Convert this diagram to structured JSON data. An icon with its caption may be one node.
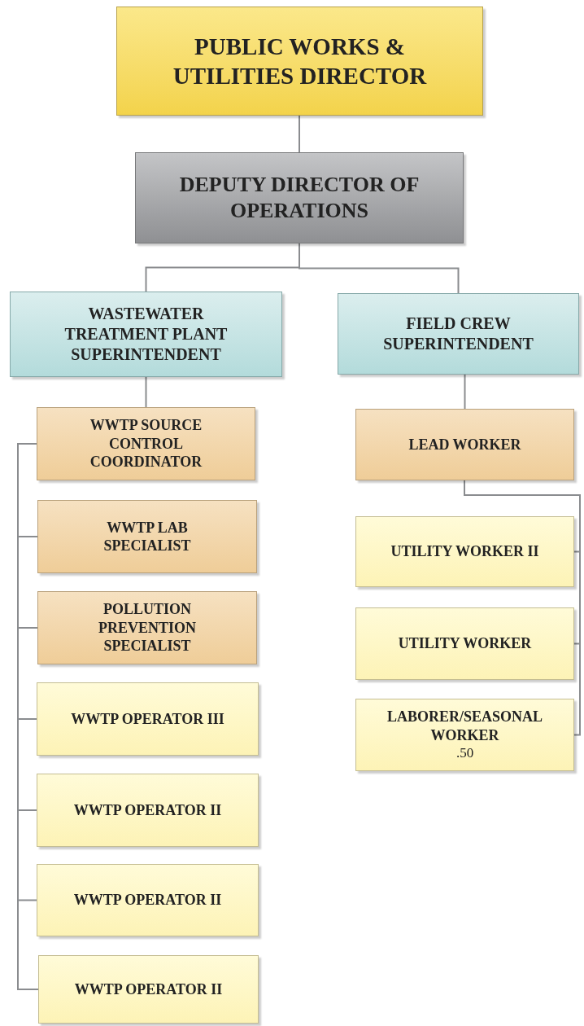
{
  "diagram": {
    "nodes": [
      {
        "text": [
          "PUBLIC WORKS & UTILITIES DIRECTOR"
        ]
      },
      {
        "text": [
          "DEPUTY DIRECTOR OF OPERATIONS"
        ]
      },
      {
        "text": [
          "WASTEWATER TREATMENT PLANT SUPERINTENDENT"
        ]
      },
      {
        "text": [
          "FIELD CREW SUPERINTENDENT"
        ]
      },
      {
        "text": [
          "WWTP SOURCE CONTROL COORDINATOR"
        ]
      },
      {
        "text": [
          "WWTP LAB SPECIALIST"
        ]
      },
      {
        "text": [
          "POLLUTION PREVENTION SPECIALIST"
        ]
      },
      {
        "text": [
          "WWTP OPERATOR III"
        ]
      },
      {
        "text": [
          "WWTP OPERATOR II"
        ]
      },
      {
        "text": [
          "WWTP OPERATOR II"
        ]
      },
      {
        "text": [
          "WWTP OPERATOR II"
        ]
      },
      {
        "text": [
          "LEAD WORKER"
        ]
      },
      {
        "text": [
          "UTILITY WORKER II"
        ]
      },
      {
        "text": [
          "UTILITY WORKER"
        ]
      },
      {
        "text": [
          "LABORER/SEASONAL WORKER",
          ".50"
        ]
      }
    ],
    "edges": [
      {
        "from": 0,
        "to": 1,
        "arrow": "none"
      },
      {
        "from": 1,
        "to": 2,
        "arrow": "none"
      },
      {
        "from": 1,
        "to": 3,
        "arrow": "none"
      },
      {
        "from": 2,
        "to": 4,
        "arrow": "none"
      },
      {
        "from": 3,
        "to": 11,
        "arrow": "none"
      },
      {
        "from": 4,
        "to": 5,
        "arrow": "none"
      },
      {
        "from": 4,
        "to": 6,
        "arrow": "none"
      },
      {
        "from": 4,
        "to": 7,
        "arrow": "none"
      },
      {
        "from": 4,
        "to": 8,
        "arrow": "none"
      },
      {
        "from": 4,
        "to": 9,
        "arrow": "none"
      },
      {
        "from": 4,
        "to": 10,
        "arrow": "none"
      },
      {
        "from": 11,
        "to": 12,
        "arrow": "none"
      },
      {
        "from": 11,
        "to": 13,
        "arrow": "none"
      },
      {
        "from": 11,
        "to": 14,
        "arrow": "none"
      }
    ]
  }
}
